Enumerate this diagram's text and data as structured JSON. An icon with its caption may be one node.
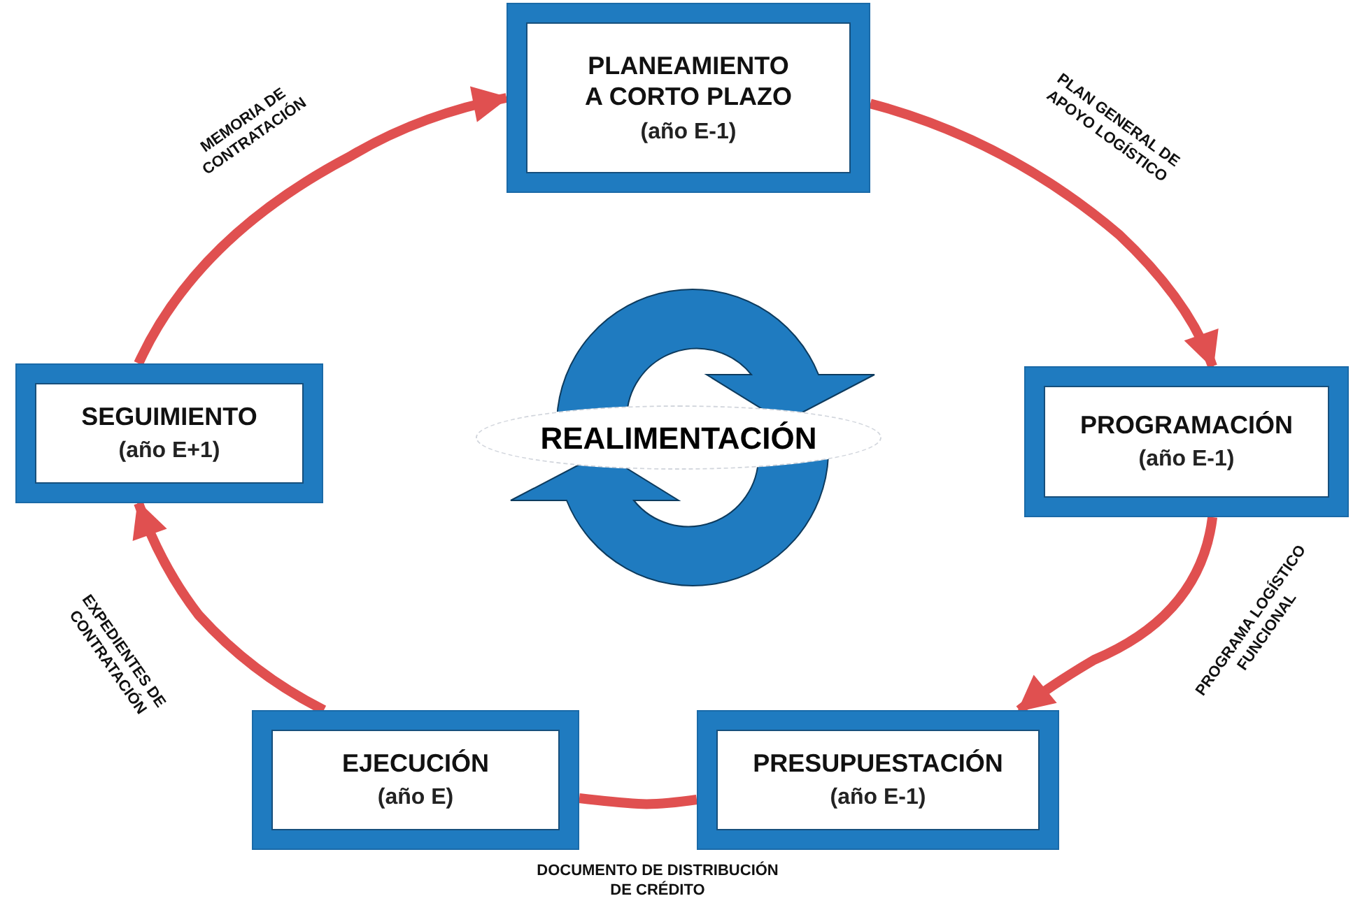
{
  "diagram": {
    "nodes": [
      {
        "text": [
          "PLANEAMIENTO A CORTO PLAZO",
          "(año E-1)"
        ]
      },
      {
        "text": [
          "PROGRAMACIÓN",
          "(año E-1)"
        ]
      },
      {
        "text": [
          "PRESUPUESTACIÓN",
          "(año E-1)"
        ]
      },
      {
        "text": [
          "EJECUCIÓN",
          "(año E)"
        ]
      },
      {
        "text": [
          "SEGUIMIENTO",
          "(año E+1)"
        ]
      },
      {
        "text": [
          "REALIMENTACIÓN"
        ]
      }
    ],
    "edges": [
      {
        "from": 0,
        "to": 1,
        "arrow": "to",
        "label": "PLAN GENERAL DE APOYO LOGÍSTICO"
      },
      {
        "from": 1,
        "to": 2,
        "arrow": "to",
        "label": "PROGRAMA LOGÍSTICO FUNCIONAL"
      },
      {
        "from": 2,
        "to": 3,
        "arrow": "none",
        "label": "DOCUMENTO DE DISTRIBUCIÓN DE CRÉDITO"
      },
      {
        "from": 3,
        "to": 4,
        "arrow": "to",
        "label": "EXPEDIENTES DE CONTRATACIÓN"
      },
      {
        "from": 4,
        "to": 0,
        "arrow": "to",
        "label": "MEMORIA DE CONTRATACIÓN"
      }
    ]
  }
}
